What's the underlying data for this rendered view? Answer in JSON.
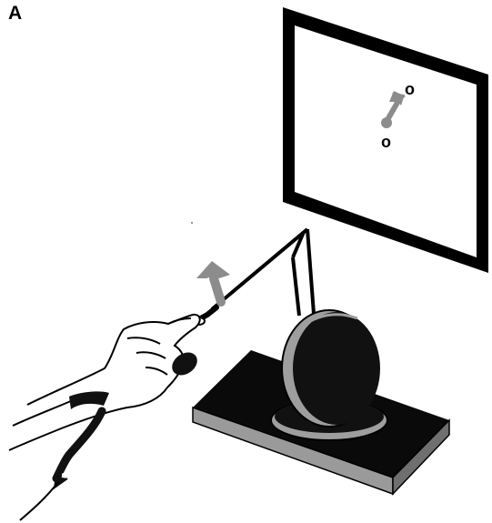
{
  "panel_label": "A",
  "screen": {
    "targets": [
      "o",
      "o"
    ]
  },
  "colors": {
    "ink": "#000000",
    "background": "#ffffff",
    "arrow_gray": "#8c8c8c",
    "base_top": "#0a0a0a",
    "base_side": "#9a9a9a",
    "sphere": "#111111",
    "sphere_rim": "#9e9e9e"
  }
}
